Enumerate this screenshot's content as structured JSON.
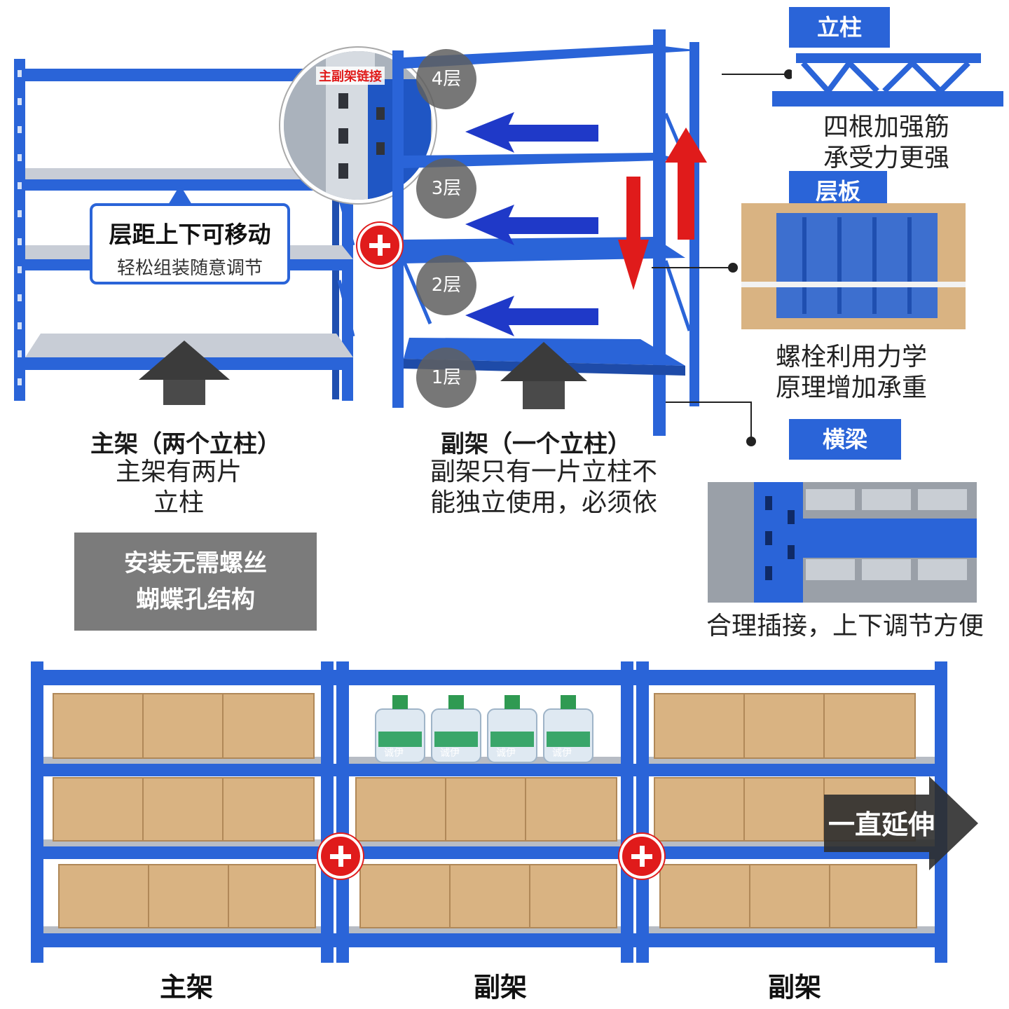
{
  "top_left": {
    "callout_title": "层距上下可移动",
    "callout_sub": "轻松组装随意调节",
    "link_badge": "主副架链接",
    "main_caption_title": "主架（两个立柱）",
    "main_caption_line1": "主架有两片",
    "main_caption_line2": "立柱",
    "install_line1": "安装无需螺丝",
    "install_line2": "蝴蝶孔结构"
  },
  "top_middle": {
    "layers": [
      "4层",
      "3层",
      "2层",
      "1层"
    ],
    "sub_caption_title": "副架（一个立柱）",
    "sub_caption_line1": "副架只有一片立柱不",
    "sub_caption_line2": "能独立使用，必须依"
  },
  "right_column": {
    "upright_tag": "立柱",
    "upright_line1": "四根加强筋",
    "upright_line2": "承受力更强",
    "shelf_tag": "层板",
    "shelf_line1": "螺栓利用力学",
    "shelf_line2": "原理增加承重",
    "beam_tag": "横梁",
    "beam_line": "合理插接，上下调节方便"
  },
  "bottom": {
    "extend": "一直延伸",
    "labels": [
      "主架",
      "副架",
      "副架"
    ],
    "bottle_brand": "诚伊"
  },
  "colors": {
    "rack_blue": "#2a64d8",
    "plus_red": "#e01b1b",
    "carton": "#d9b382",
    "grey_box": "#7b7b7b"
  }
}
